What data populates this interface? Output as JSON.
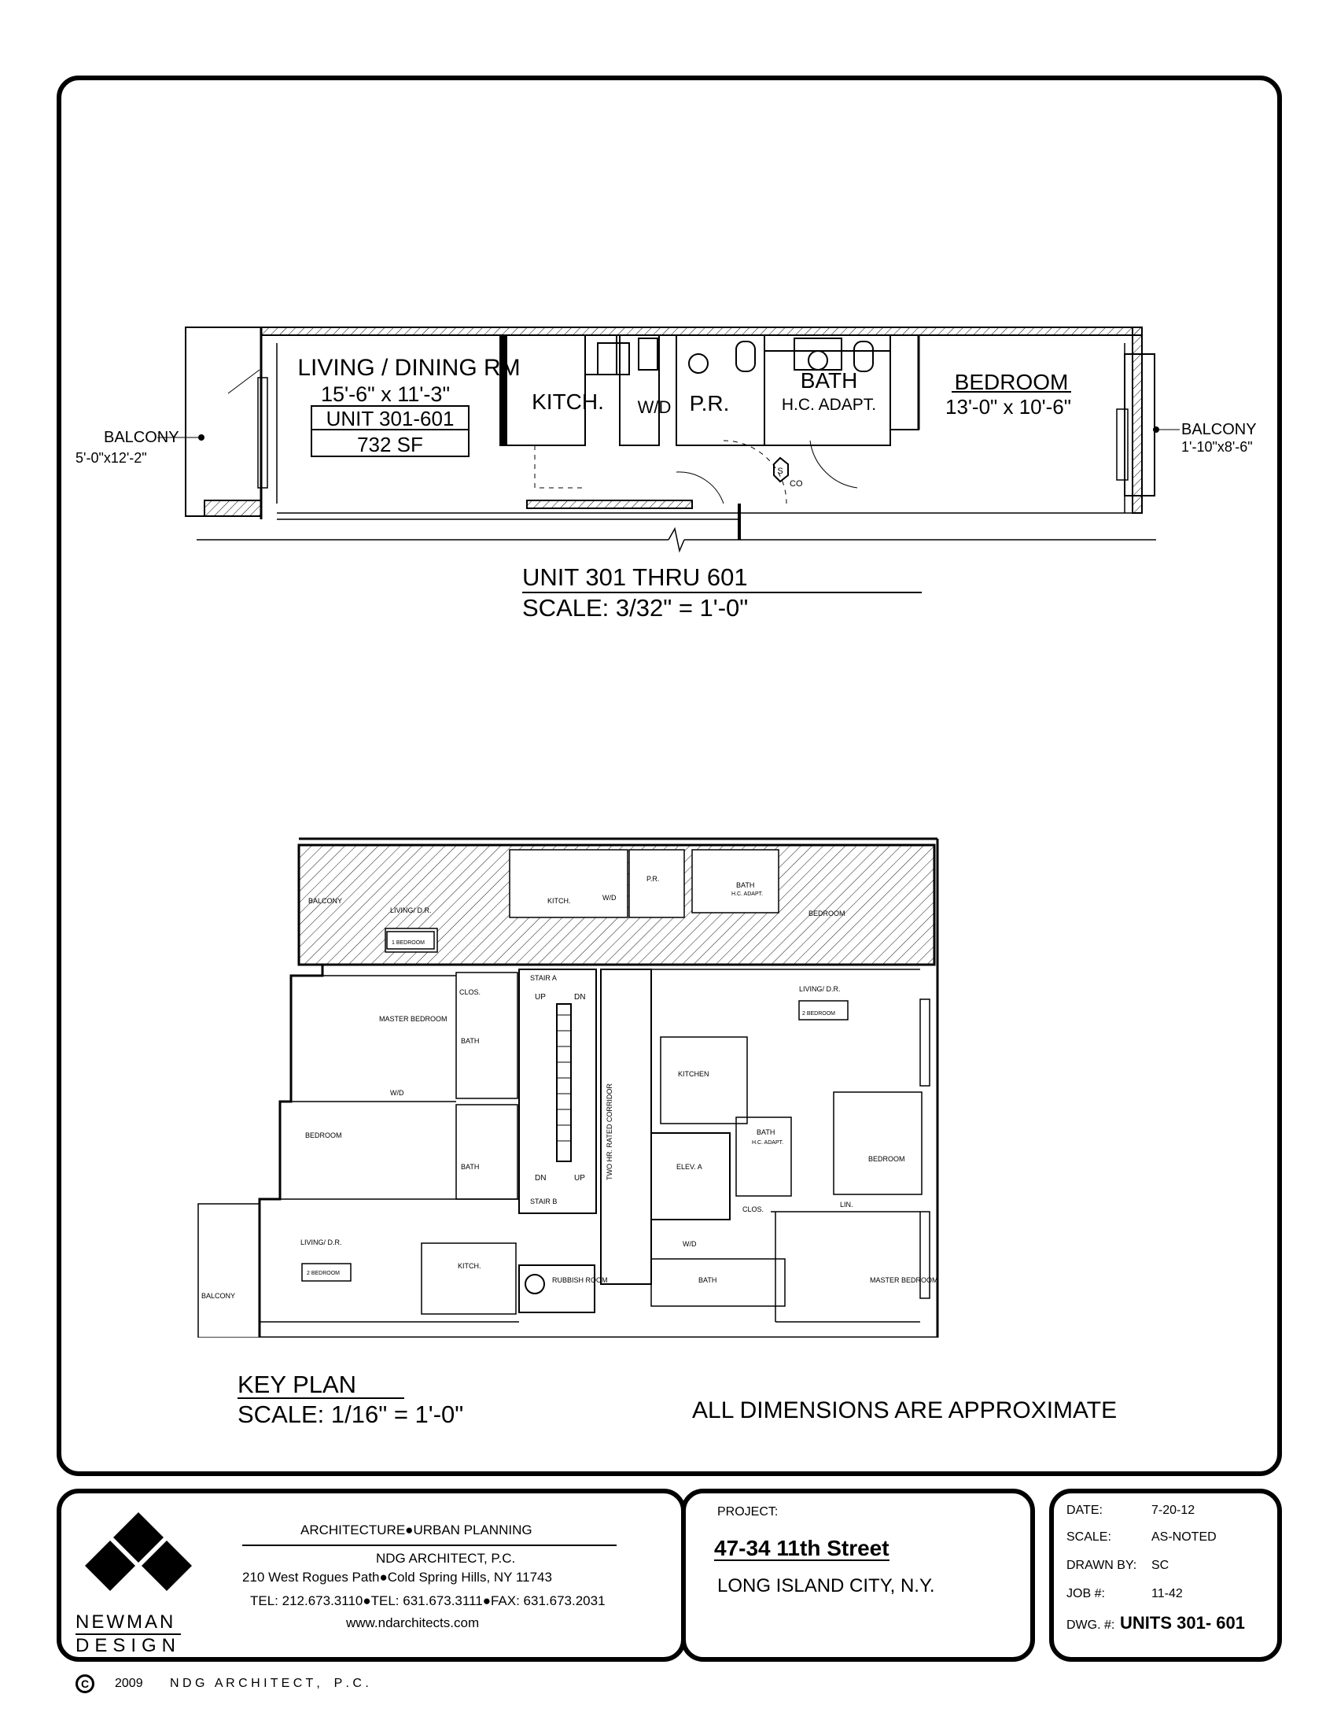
{
  "unit_plan": {
    "living": "LIVING / DINING RM",
    "living_dims": "15'-6\" x 11'-3\"",
    "unit_no": "UNIT 301-601",
    "area": "732 SF",
    "kitchen": "KITCH.",
    "wd": "W/D",
    "pr": "P.R.",
    "bath": "BATH",
    "bath_note": "H.C. ADAPT.",
    "bedroom": "BEDROOM",
    "bedroom_dims": "13'-0\" x 10'-6\"",
    "balcony_left": "BALCONY",
    "balcony_left_dims": "5'-0\"x12'-2\"",
    "balcony_right": "BALCONY",
    "balcony_right_dims": "1'-10\"x8'-6\"",
    "s": "S",
    "co": "CO",
    "title": "UNIT 301 THRU 601",
    "scale": "SCALE: 3/32\" = 1'-0\""
  },
  "key_plan": {
    "title": "KEY PLAN",
    "scale": "SCALE: 1/16\" = 1'-0\"",
    "note": "ALL DIMENSIONS ARE APPROXIMATE",
    "labels": {
      "balcony_top": "BALCONY",
      "living_top": "LIVING/ D.R.",
      "kitch_top": "KITCH.",
      "wd_top": "W/D",
      "pr_top": "P.R.",
      "bath_top": "BATH",
      "bath_top_note": "H.C. ADAPT.",
      "bedroom_top": "BEDROOM",
      "stair_a": "STAIR A",
      "stair_b": "STAIR B",
      "up1": "UP",
      "dn1": "DN",
      "up2": "UP",
      "dn2": "DN",
      "corridor": "TWO HR. RATED CORRIDOR",
      "master_left": "MASTER BEDROOM",
      "clos_left": "CLOS.",
      "bath_left1": "BATH",
      "bath_left2": "BATH",
      "wd_left": "W/D",
      "bedroom_left": "BEDROOM",
      "living_right": "LIVING/ D.R.",
      "kitchen_right": "KITCHEN",
      "bath_right": "BATH",
      "bath_right_note": "H.C. ADAPT.",
      "elev": "ELEV. A",
      "bedroom_right": "BEDROOM",
      "clos_right": "CLOS.",
      "lin": "LIN.",
      "wd_right": "W/D",
      "bath_right2": "BATH",
      "master_right": "MASTER BEDROOM",
      "living_bl": "LIVING/ D.R.",
      "kitch_bl": "KITCH.",
      "rubbish": "RUBBISH ROOM",
      "balcony_bl": "BALCONY",
      "tag1": "1 BEDROOM",
      "tag2": "2 BEDROOM",
      "tag3": "2 BEDROOM"
    }
  },
  "title_block": {
    "logo_line1": "NEWMAN",
    "logo_line2": "DESIGN",
    "services": "ARCHITECTURE●URBAN PLANNING",
    "firm": "NDG ARCHITECT, P.C.",
    "address": "210 West Rogues Path●Cold Spring Hills,  NY 11743",
    "phones": "TEL: 212.673.3110●TEL: 631.673.3111●FAX: 631.673.2031",
    "website": "www.ndarchitects.com",
    "project_label": "PROJECT:",
    "project_name": "47-34 11th Street",
    "project_city": "LONG ISLAND CITY, N.Y.",
    "date_label": "DATE:",
    "date": "7-20-12",
    "scale_label": "SCALE:",
    "scale": "AS-NOTED",
    "drawn_label": "DRAWN BY:",
    "drawn": "SC",
    "job_label": "JOB #:",
    "job": "11-42",
    "dwg_label": "DWG. #:",
    "dwg": "UNITS 301- 601",
    "copyright_symbol": "C",
    "copyright_year": "2009",
    "copyright_firm": "N D G   A R C H I T E C T ,    P . C ."
  }
}
